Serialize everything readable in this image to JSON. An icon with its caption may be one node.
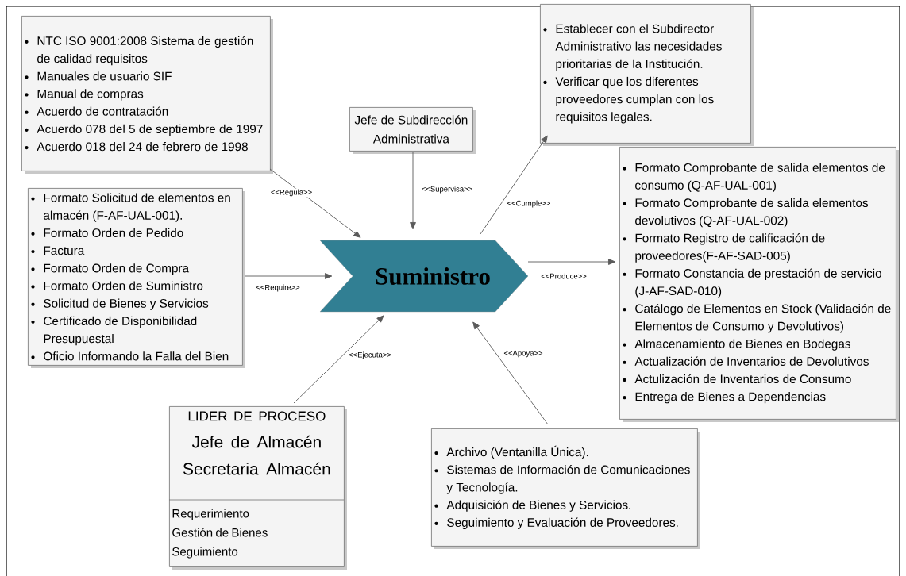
{
  "diagram": {
    "nodes": [
      {
        "text": [
          "NTC ISO 9001:2008 Sistema de gestión de calidad requisitos",
          "Manuales de usuario SIF",
          "Manual de compras",
          "Acuerdo de contratación",
          "Acuerdo 078 del 5 de septiembre de 1997",
          "Acuerdo 018 del 24 de febrero de 1998"
        ]
      },
      {
        "text": [
          "Jefe de Subdirección Administrativa"
        ]
      },
      {
        "text": [
          "Establecer con el Subdirector Administrativo las necesidades prioritarias de la Institución.",
          "Verificar que los diferentes proveedores cumplan con los requisitos legales."
        ]
      },
      {
        "text": [
          "Formato Solicitud de elementos en almacén (F-AF-UAL-001).",
          "Formato Orden de Pedido",
          "Factura",
          "Formato Orden de Compra",
          "Formato Orden de Suministro",
          "Solicitud de Bienes y Servicios",
          "Certificado de Disponibilidad Presupuestal",
          "Oficio Informando la Falla del Bien"
        ]
      },
      {
        "text": [
          "Suministro"
        ]
      },
      {
        "text": [
          "Formato Comprobante de salida elementos de consumo (Q-AF-UAL-001)",
          "Formato Comprobante de salida elementos devolutivos (Q-AF-UAL-002)",
          "Formato Registro de calificación de proveedores(F-AF-SAD-005)",
          "Formato Constancia de prestación de servicio (J-AF-SAD-010)",
          "Catálogo de Elementos en Stock (Validación de Elementos de Consumo y Devolutivos)",
          "Almacenamiento de Bienes en Bodegas",
          "Actualización de Inventarios de Devolutivos",
          "Actulización de Inventarios de Consumo",
          "Entrega de Bienes a Dependencias"
        ]
      },
      {
        "text": [
          "LIDER DE PROCESO",
          "Jefe de Almacén",
          "Secretaria Almacén",
          "Requerimiento",
          "Gestión de Bienes",
          "Seguimiento"
        ]
      },
      {
        "text": [
          "Archivo (Ventanilla Única).",
          "Sistemas de Información de Comunicaciones y Tecnología.",
          "Adquisición de Bienes y Servicios.",
          "Seguimiento y Evaluación de Proveedores."
        ]
      }
    ],
    "edges": [
      {
        "from": 0,
        "to": 4,
        "arrow": "to",
        "label": "<<Regula>>"
      },
      {
        "from": 1,
        "to": 4,
        "arrow": "to",
        "label": "<<Supervisa>>"
      },
      {
        "from": 4,
        "to": 2,
        "arrow": "to",
        "label": "<<Cumple>>"
      },
      {
        "from": 3,
        "to": 4,
        "arrow": "to",
        "label": "<<Require>>"
      },
      {
        "from": 4,
        "to": 5,
        "arrow": "to",
        "label": "<<Produce>>"
      },
      {
        "from": 6,
        "to": 4,
        "arrow": "to",
        "label": "<<Ejecuta>>"
      },
      {
        "from": 7,
        "to": 4,
        "arrow": "to",
        "label": "<<Apoya>>"
      }
    ]
  }
}
